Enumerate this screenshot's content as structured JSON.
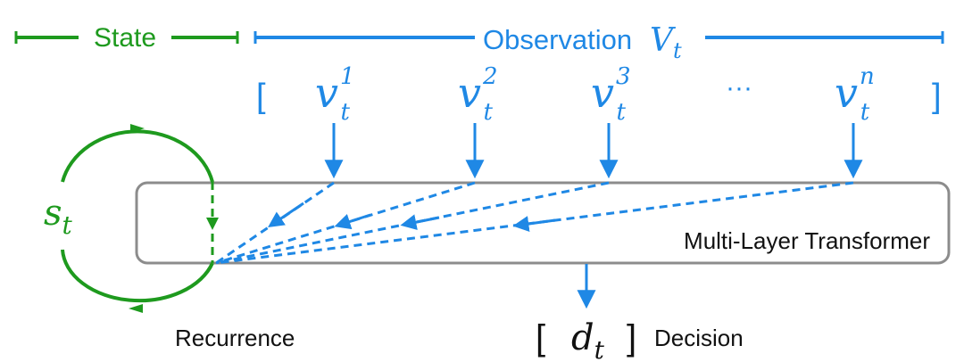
{
  "colors": {
    "state": "#1e9a1e",
    "observation": "#1f88e5",
    "box": "#8c8c8c",
    "text": "#111111"
  },
  "state": {
    "label": "State",
    "symbol_base": "s",
    "symbol_sub": "t"
  },
  "observation": {
    "label": "Observation",
    "symbol_base": "V",
    "symbol_sub": "t",
    "open_bracket": "[",
    "close_bracket": "]",
    "ellipsis": "···",
    "tokens": [
      {
        "base": "v",
        "sub": "t",
        "sup": "1"
      },
      {
        "base": "v",
        "sub": "t",
        "sup": "2"
      },
      {
        "base": "v",
        "sub": "t",
        "sup": "3"
      },
      {
        "base": "v",
        "sub": "t",
        "sup": "n"
      }
    ]
  },
  "transformer": {
    "label": "Multi-Layer Transformer"
  },
  "recurrence": {
    "label": "Recurrence"
  },
  "decision": {
    "label": "Decision",
    "open_bracket": "[",
    "close_bracket": "]",
    "symbol_base": "d",
    "symbol_sub": "t"
  }
}
